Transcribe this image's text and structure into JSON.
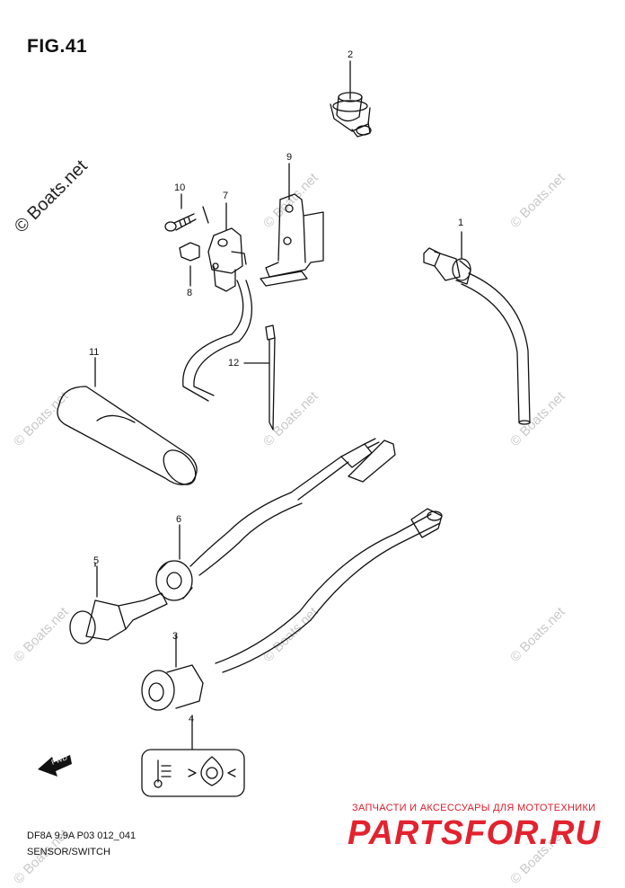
{
  "figure": {
    "title": "FIG.41"
  },
  "callouts": [
    "1",
    "2",
    "3",
    "4",
    "5",
    "6",
    "7",
    "8",
    "9",
    "10",
    "11",
    "12"
  ],
  "watermark": {
    "text": "© Boats.net"
  },
  "footer": {
    "code": "DF8A 9.9A P03 012_041",
    "caption": "SENSOR/SWITCH"
  },
  "fwd_arrow": {
    "label": "FWD"
  },
  "promo": {
    "tagline": "ЗАПЧАСТИ И АКСЕССУАРЫ ДЛЯ МОТОТЕХНИКИ",
    "brand": "PARTSFOR.RU"
  }
}
